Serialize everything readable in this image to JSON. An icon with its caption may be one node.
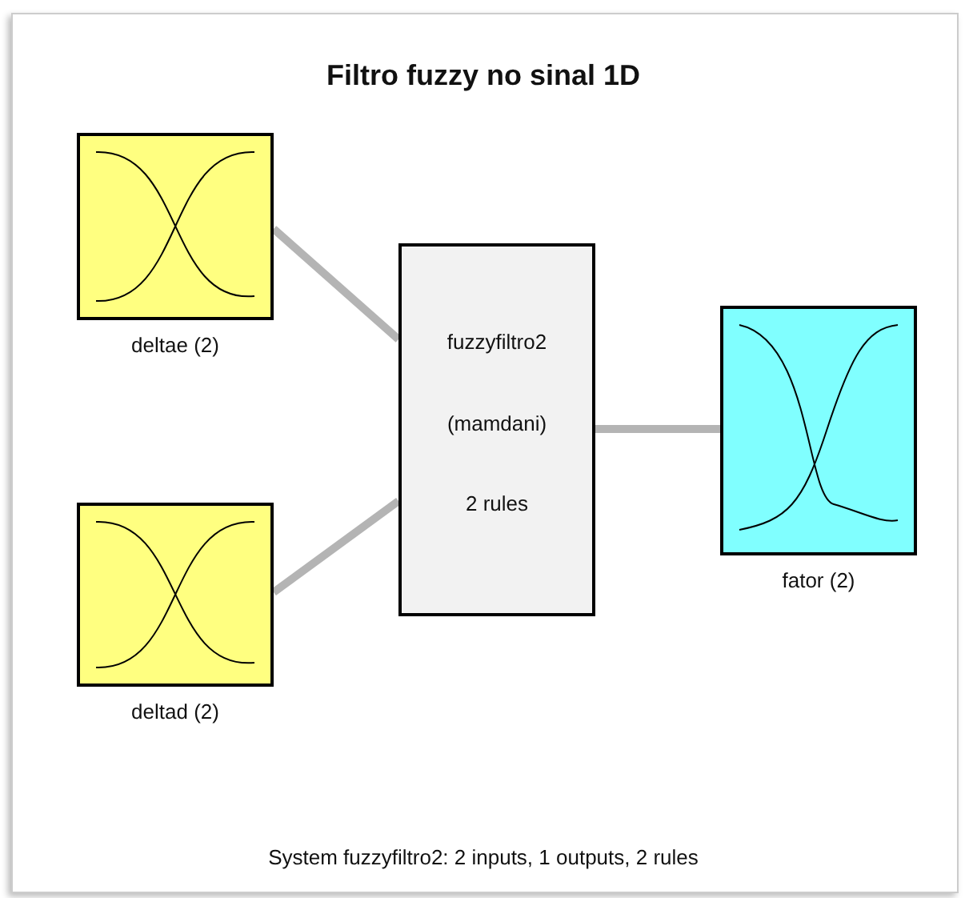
{
  "diagram": {
    "title": "Filtro fuzzy no sinal 1D",
    "nodes": [
      {
        "text": [],
        "shape": "box",
        "beside": [
          "deltae (2)"
        ]
      },
      {
        "text": [],
        "shape": "box",
        "beside": [
          "deltad (2)"
        ]
      },
      {
        "text": [
          "fuzzyfiltro2",
          "(mamdani)",
          "2 rules"
        ]
      },
      {
        "text": [],
        "shape": "box",
        "beside": [
          "fator (2)"
        ]
      }
    ],
    "edges": [
      {
        "from": 0,
        "to": 2,
        "arrow": "none"
      },
      {
        "from": 1,
        "to": 2,
        "arrow": "none"
      },
      {
        "from": 2,
        "to": 3,
        "arrow": "none"
      }
    ],
    "caption": "System fuzzyfiltro2: 2 inputs, 1 outputs, 2 rules"
  }
}
